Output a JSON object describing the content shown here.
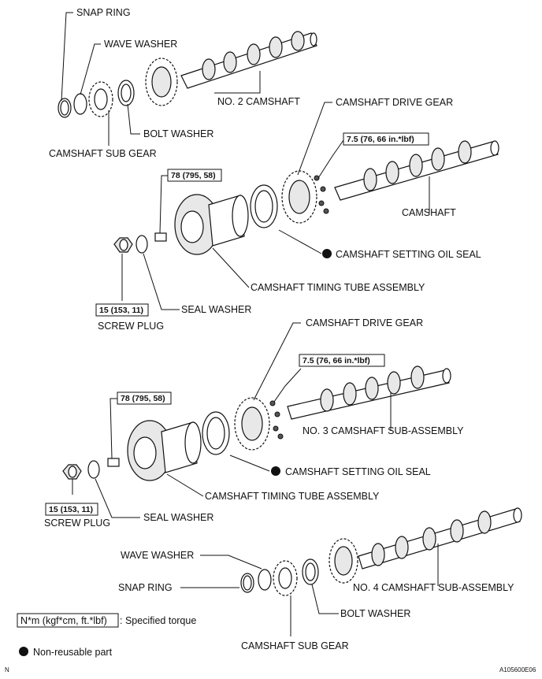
{
  "labels": {
    "snap_ring_1": "SNAP RING",
    "wave_washer_1": "WAVE WASHER",
    "no2_camshaft": "NO. 2 CAMSHAFT",
    "bolt_washer_1": "BOLT WASHER",
    "camshaft_sub_gear_1": "CAMSHAFT SUB GEAR",
    "camshaft_drive_gear_1": "CAMSHAFT DRIVE GEAR",
    "camshaft": "CAMSHAFT",
    "camshaft_setting_oil_seal_1": "CAMSHAFT SETTING OIL SEAL",
    "camshaft_timing_tube_1": "CAMSHAFT TIMING TUBE ASSEMBLY",
    "seal_washer_1": "SEAL WASHER",
    "screw_plug_1": "SCREW PLUG",
    "camshaft_drive_gear_2": "CAMSHAFT DRIVE GEAR",
    "no3_camshaft": "NO. 3 CAMSHAFT SUB-ASSEMBLY",
    "camshaft_setting_oil_seal_2": "CAMSHAFT SETTING OIL SEAL",
    "camshaft_timing_tube_2": "CAMSHAFT TIMING TUBE ASSEMBLY",
    "seal_washer_2": "SEAL WASHER",
    "screw_plug_2": "SCREW PLUG",
    "wave_washer_2": "WAVE WASHER",
    "snap_ring_2": "SNAP RING",
    "no4_camshaft": "NO. 4 CAMSHAFT SUB-ASSEMBLY",
    "bolt_washer_2": "BOLT WASHER",
    "camshaft_sub_gear_2": "CAMSHAFT SUB GEAR"
  },
  "torques": {
    "t_75_a": "7.5 (76, 66 in.*lbf)",
    "t_78_a": "78 (795, 58)",
    "t_15_a": "15 (153, 11)",
    "t_75_b": "7.5 (76, 66 in.*lbf)",
    "t_78_b": "78 (795, 58)",
    "t_15_b": "15 (153, 11)"
  },
  "legend": {
    "torque_unit": "N*m (kgf*cm, ft.*lbf)",
    "torque_desc": ": Specified torque",
    "nonreusable": "Non-reusable part"
  },
  "footer": {
    "left_code": "N",
    "right_code": "A105600E06"
  }
}
